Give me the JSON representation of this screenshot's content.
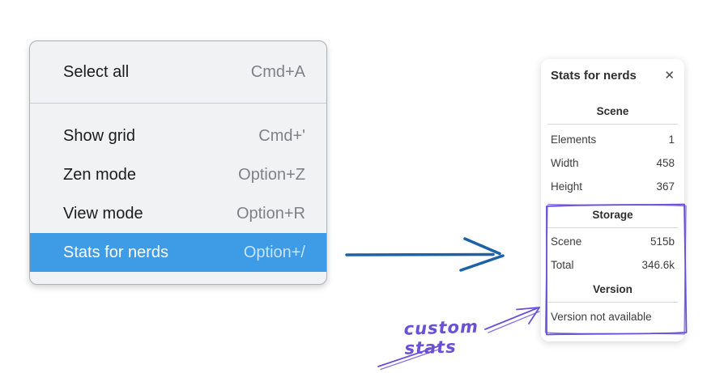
{
  "context_menu": {
    "items": [
      {
        "label": "Select all",
        "shortcut": "Cmd+A",
        "highlighted": false
      },
      {
        "label": "Show grid",
        "shortcut": "Cmd+'",
        "highlighted": false
      },
      {
        "label": "Zen mode",
        "shortcut": "Option+Z",
        "highlighted": false
      },
      {
        "label": "View mode",
        "shortcut": "Option+R",
        "highlighted": false
      },
      {
        "label": "Stats for nerds",
        "shortcut": "Option+/",
        "highlighted": true
      }
    ]
  },
  "stats_panel": {
    "title": "Stats for nerds",
    "close_glyph": "✕",
    "sections": [
      {
        "heading": "Scene",
        "rows": [
          {
            "label": "Elements",
            "value": "1"
          },
          {
            "label": "Width",
            "value": "458"
          },
          {
            "label": "Height",
            "value": "367"
          }
        ]
      },
      {
        "heading": "Storage",
        "rows": [
          {
            "label": "Scene",
            "value": "515b"
          },
          {
            "label": "Total",
            "value": "346.6k"
          }
        ]
      },
      {
        "heading": "Version",
        "note": "Version not available"
      }
    ]
  },
  "annotation": {
    "label": "custom stats"
  },
  "colors": {
    "highlight_blue": "#3e9be6",
    "arrow_blue": "#1d62a8",
    "annotation_purple": "#6a4fd8",
    "menu_bg": "#f1f2f4",
    "menu_border": "#aeb2b6",
    "shortcut_gray": "#7e8286"
  }
}
